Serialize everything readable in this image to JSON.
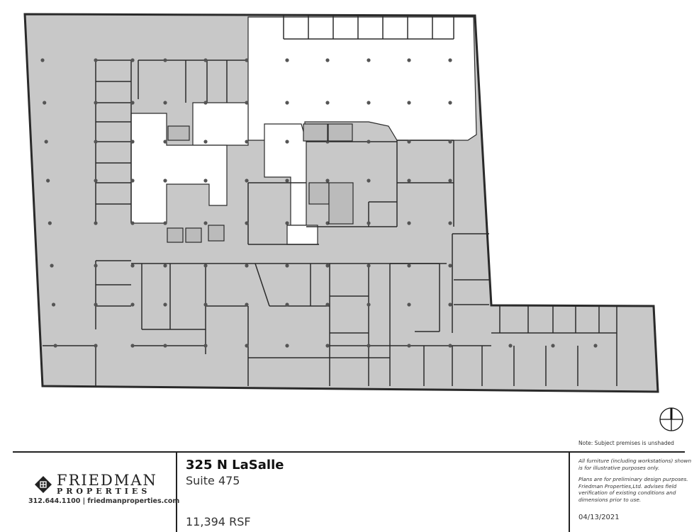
{
  "plan": {
    "shaded_color": "#c8c8c8",
    "premises_color": "#ffffff",
    "wall_color": "#2a2a2a",
    "note": "Note: Subject premises is unshaded",
    "compass_icon": "north-arrow-icon"
  },
  "titleblock": {
    "logo": {
      "line1": "FRIEDMAN",
      "line2": "PROPERTIES",
      "icon": "diamond-logo-icon"
    },
    "contact": "312.644.1100 | friedmanproperties.com",
    "address": "325 N LaSalle",
    "suite": "Suite 475",
    "area": "11,394 RSF",
    "disclaimer1": "All furniture (including workstations) shown is for illustrative purposes only.",
    "disclaimer2": "Plans are for preliminary design purposes. Friedman Properties,Ltd. advises  field verification of existing conditions and dimensions prior to use.",
    "date": "04/13/2021"
  }
}
